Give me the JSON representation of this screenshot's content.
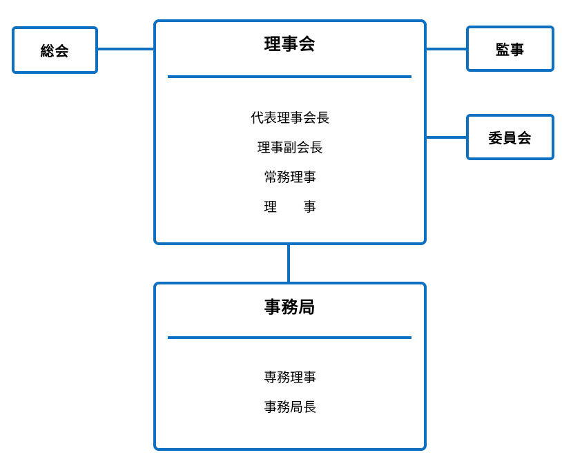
{
  "colors": {
    "line": "#0e70c0",
    "text": "#000000",
    "background": "#ffffff"
  },
  "boxes": {
    "general_meeting": {
      "label": "総会"
    },
    "board": {
      "title": "理事会",
      "items": [
        "代表理事会長",
        "理事副会長",
        "常務理事",
        "理　　事"
      ]
    },
    "auditor": {
      "label": "監事"
    },
    "committee": {
      "label": "委員会"
    },
    "secretariat": {
      "title": "事務局",
      "items": [
        "専務理事",
        "事務局長"
      ]
    }
  }
}
